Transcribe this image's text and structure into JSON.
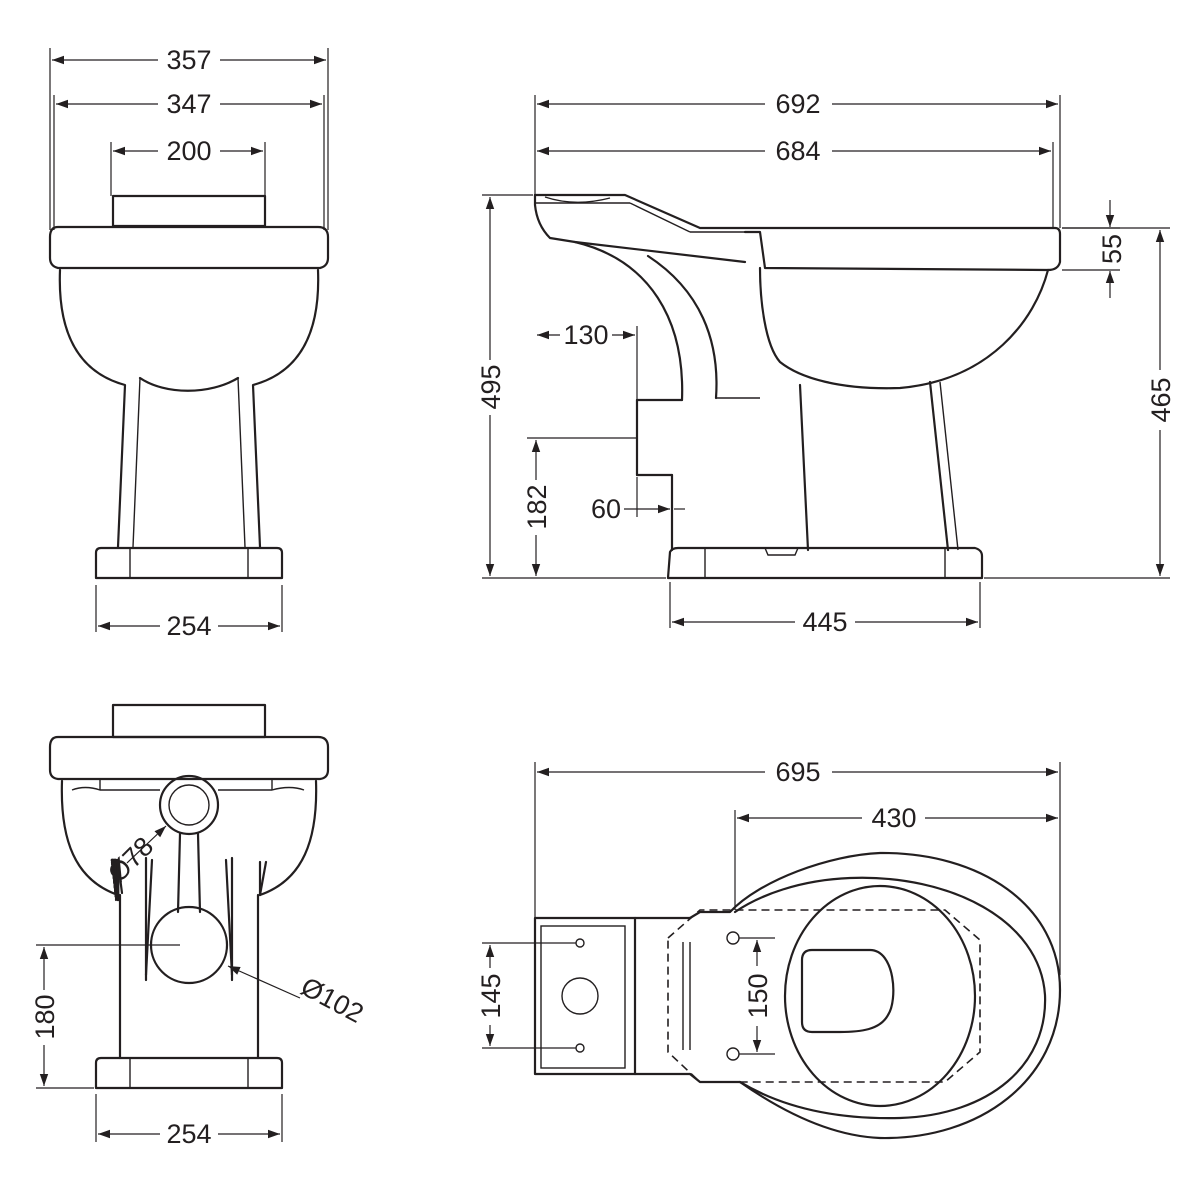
{
  "dimensions": {
    "front": {
      "overall_width": "357",
      "rim_width": "347",
      "cistern_width": "200",
      "base_width": "254"
    },
    "side": {
      "overall_depth": "692",
      "rim_depth": "684",
      "rim_height": "55",
      "height_to_rim": "465",
      "total_height": "495",
      "outlet_setback": "130",
      "outlet_height": "182",
      "outlet_step": "60",
      "base_depth": "445"
    },
    "back": {
      "small_outlet": "Ø78",
      "large_outlet": "Ø102",
      "outlet_center_height": "180",
      "base_width": "254"
    },
    "plan": {
      "overall_length": "695",
      "seat_length": "430",
      "cistern_fixing_centers": "145",
      "seat_fixing_centers": "150"
    }
  }
}
